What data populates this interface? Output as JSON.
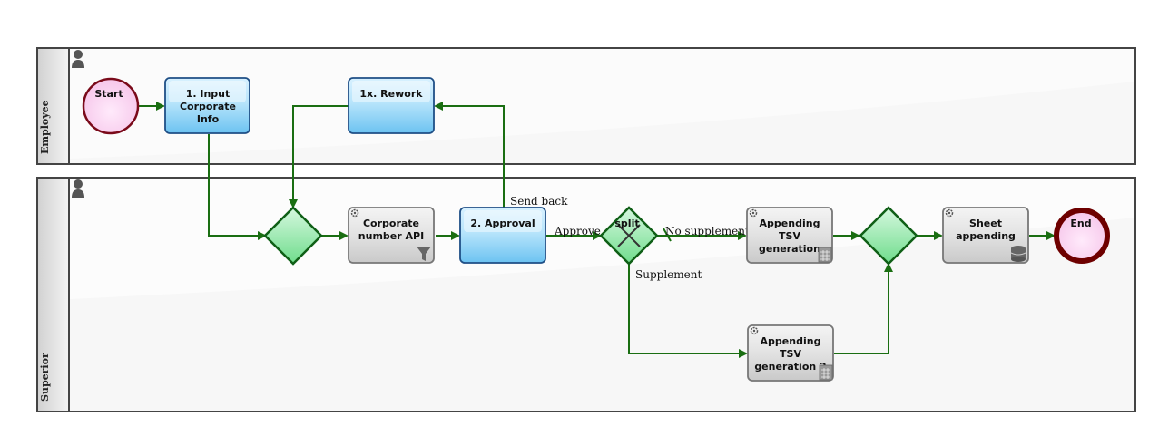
{
  "lanes": [
    {
      "id": "employee",
      "label": "Employee"
    },
    {
      "id": "superior",
      "label": "Superior"
    }
  ],
  "nodes": {
    "start": {
      "label": "Start"
    },
    "input": {
      "lines": [
        "1. Input",
        "Corporate",
        "Info"
      ]
    },
    "rework": {
      "lines": [
        "1x. Rework"
      ]
    },
    "corp_api": {
      "lines": [
        "Corporate",
        "number API"
      ]
    },
    "approval": {
      "lines": [
        "2. Approval"
      ]
    },
    "split": {
      "lines": [
        "split"
      ]
    },
    "tsv1": {
      "lines": [
        "Appending",
        "TSV",
        "generation"
      ]
    },
    "tsv2": {
      "lines": [
        "Appending",
        "TSV",
        "generation 2"
      ]
    },
    "sheet": {
      "lines": [
        "Sheet",
        "appending"
      ]
    },
    "end": {
      "label": "End"
    }
  },
  "flow_labels": {
    "send_back": "Send back",
    "approve": "Approve",
    "no_supplement": "No supplement",
    "supplement": "Supplement"
  },
  "colors": {
    "task_blue": "#8fd3f7",
    "task_blue_border": "#1f4f86",
    "task_gray": "#dcdcdc",
    "task_gray_border": "#777777",
    "gateway_green": "#8fe8a8",
    "gateway_border": "#0f5f16",
    "flow_green": "#1a6e12",
    "start_fill": "#fbd9f1",
    "end_border": "#6e0000"
  }
}
